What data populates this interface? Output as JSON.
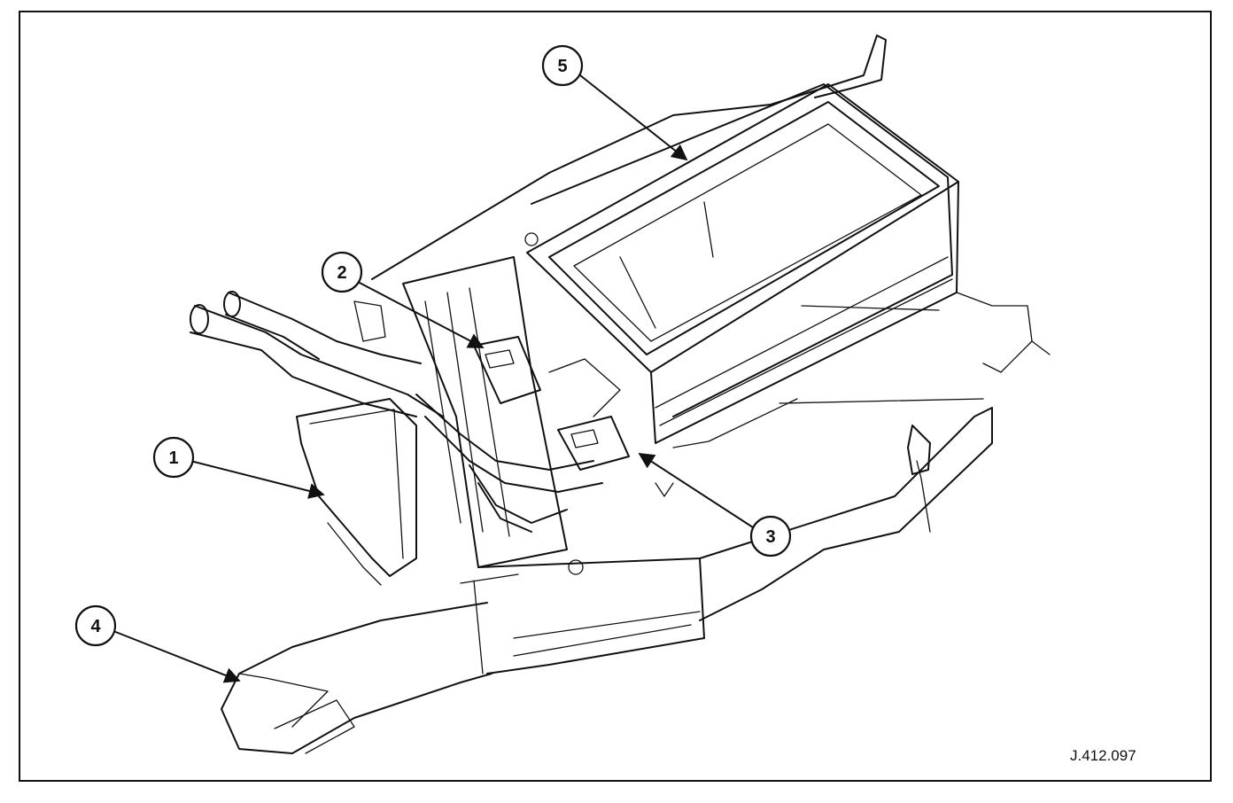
{
  "figure": {
    "reference_code": "J.412.097",
    "callouts": [
      {
        "id": "1",
        "label": "1"
      },
      {
        "id": "2",
        "label": "2"
      },
      {
        "id": "3",
        "label": "3"
      },
      {
        "id": "4",
        "label": "4"
      },
      {
        "id": "5",
        "label": "5"
      }
    ]
  }
}
